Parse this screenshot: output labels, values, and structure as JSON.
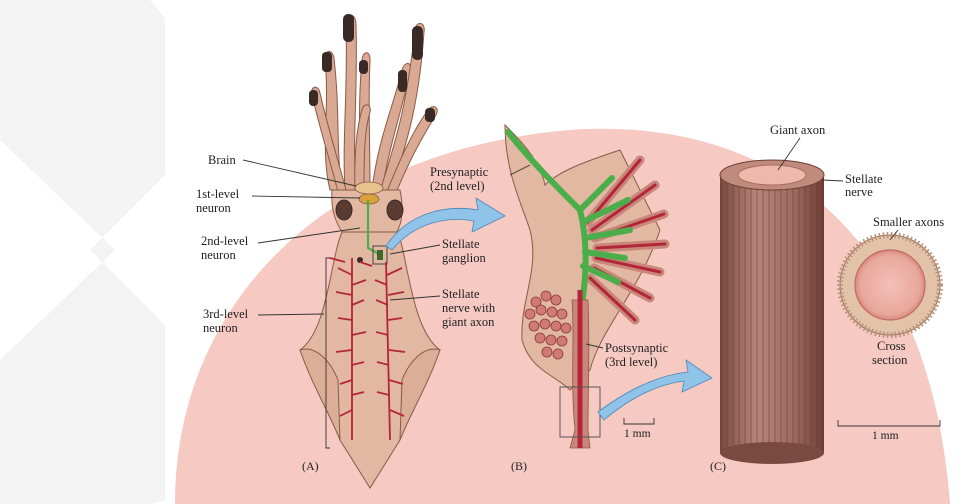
{
  "labels": {
    "brain": "Brain",
    "first_level": [
      "1st-level",
      "neuron"
    ],
    "second_level": [
      "2nd-level",
      "neuron"
    ],
    "third_level": [
      "3rd-level",
      "neuron"
    ],
    "stellate_ganglion": [
      "Stellate",
      "ganglion"
    ],
    "stellate_nerve_giant_axon": [
      "Stellate",
      "nerve with",
      "giant axon"
    ],
    "presynaptic": [
      "Presynaptic",
      "(2nd level)"
    ],
    "postsynaptic": [
      "Postsynaptic",
      "(3rd level)"
    ],
    "giant_axon": "Giant axon",
    "stellate_nerve": [
      "Stellate",
      "nerve"
    ],
    "smaller_axons": "Smaller axons",
    "cross_section": [
      "Cross",
      "section"
    ],
    "scale_b": "1 mm",
    "scale_c": "1 mm"
  },
  "panels": {
    "a": "(A)",
    "b": "(B)",
    "c": "(C)"
  },
  "colors": {
    "background_disc": "#f6c9c2",
    "squid_body": "#e2b8a2",
    "squid_outline": "#8a5a48",
    "neuron_red": "#b3263a",
    "presynaptic_green": "#4cae4a",
    "arrow_blue": "#8fc3e8",
    "nerve_brown": "#a8756a",
    "watermark": "#f2f2f2"
  }
}
